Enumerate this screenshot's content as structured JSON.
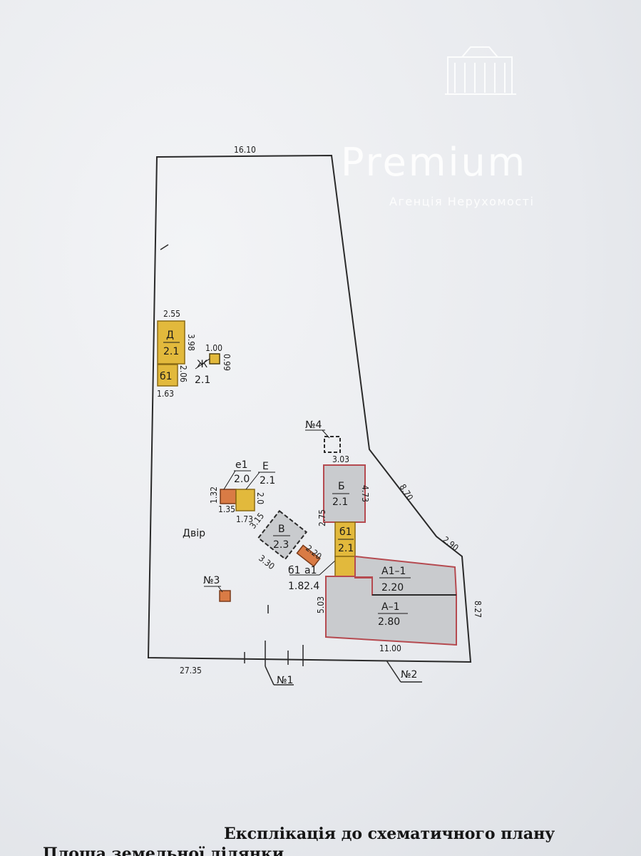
{
  "watermark": {
    "brand": "Premium",
    "tagline": "Агенція Нерухомості"
  },
  "plot": {
    "dims": {
      "top": "16.10",
      "bottom": "27.35",
      "diag1": "8.70",
      "diag2": "2.90",
      "right": "8.27",
      "bottom_right": "11.00"
    },
    "yard_label": "Двір",
    "markers": {
      "n1": "№1",
      "n2": "№2",
      "n3": "№3",
      "n4": "№4"
    }
  },
  "buildings": {
    "D": {
      "letter": "Д",
      "height": "2.1",
      "w": "2.55",
      "h": "3.98"
    },
    "d1": {
      "letter": "б1",
      "w": "1.63",
      "h": "2.06"
    },
    "Zh": {
      "letter": "Ж",
      "height": "2.1",
      "w": "1.00",
      "h": "0.99"
    },
    "e1": {
      "letter": "е1",
      "height": "2.0",
      "w": "1.35",
      "h": "1.32"
    },
    "E": {
      "letter": "Е",
      "height": "2.1",
      "w": "1.73",
      "h": "2.0"
    },
    "V": {
      "letter": "В",
      "height": "2.3",
      "w": "3.30",
      "h": "3.15",
      "porch_dim": "2.20"
    },
    "b1": {
      "letter": "б1",
      "height": "1.8"
    },
    "a1": {
      "letter": "а1",
      "height": "2.4"
    },
    "B": {
      "letter": "Б",
      "height": "2.1",
      "w": "3.03",
      "h": "4.73"
    },
    "b1b": {
      "letter": "б1",
      "height": "2.1",
      "h": "2.75"
    },
    "A11": {
      "letter": "А1–1",
      "height": "2.20"
    },
    "A1": {
      "letter": "А–1",
      "height": "2.80",
      "h": "5.03"
    }
  },
  "caption": "Експлікація до схематичного плану",
  "caption_line2": "Площа земельної ділянки"
}
